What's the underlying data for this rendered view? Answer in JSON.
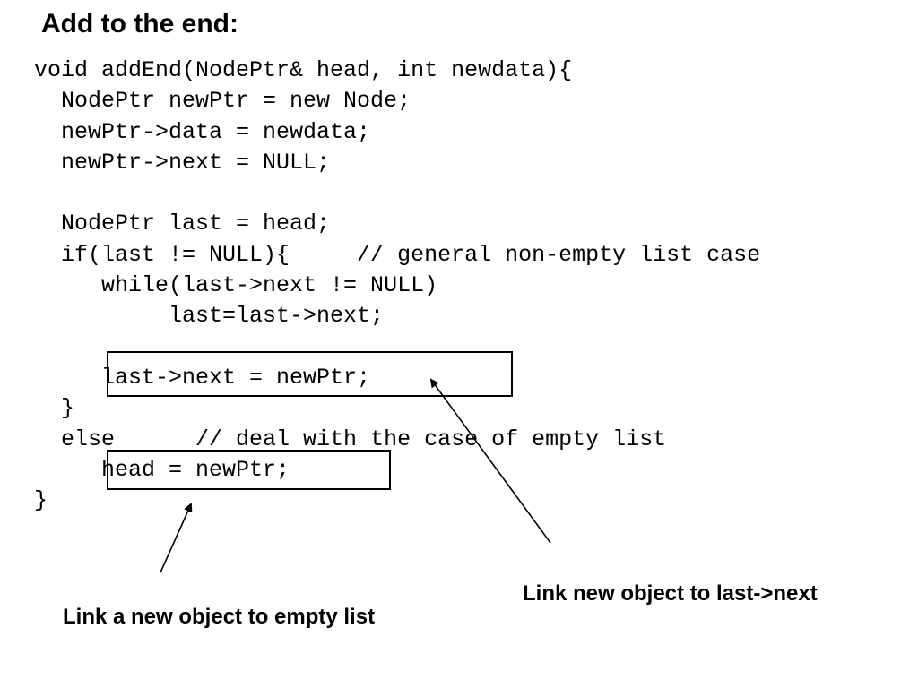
{
  "slide": {
    "title": "Add to the end:",
    "code_lines": [
      "void addEnd(NodePtr& head, int newdata){",
      "  NodePtr newPtr = new Node;",
      "  newPtr->data = newdata;",
      "  newPtr->next = NULL;",
      "",
      "  NodePtr last = head;",
      "  if(last != NULL){     // general non-empty list case",
      "     while(last->next != NULL)",
      "          last=last->next;",
      "",
      "     last->next = newPtr;",
      "  }",
      "  else      // deal with the case of empty list",
      "     head = newPtr;",
      "}"
    ],
    "callouts": {
      "last_next": "Link new object to last->next",
      "empty_list": "Link a new object to empty list"
    }
  }
}
